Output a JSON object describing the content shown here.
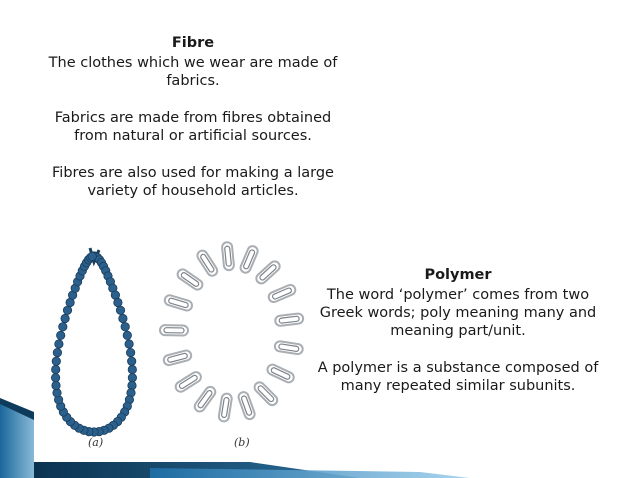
{
  "fibre": {
    "title": "Fibre",
    "p1": "The clothes which we wear are made of fabrics.",
    "p2": "Fabrics are made from fibres obtained from natural or artificial sources.",
    "p3": "Fibres are also used for making a large variety of household articles."
  },
  "figure": {
    "caption_a": "(a)",
    "caption_b": "(b)",
    "bead_color": "#2b5f8c",
    "clip_color": "#a9aeb3"
  },
  "polymer": {
    "title": "Polymer",
    "p1": "The word ‘polymer’ comes from two Greek words; poly meaning many and meaning part/unit.",
    "p2": "A polymer is a substance composed of many repeated similar subunits."
  },
  "theme": {
    "accent_dark": "#0e3a5c",
    "accent_mid": "#2f7fb5",
    "accent_light": "#8fc4e3"
  }
}
